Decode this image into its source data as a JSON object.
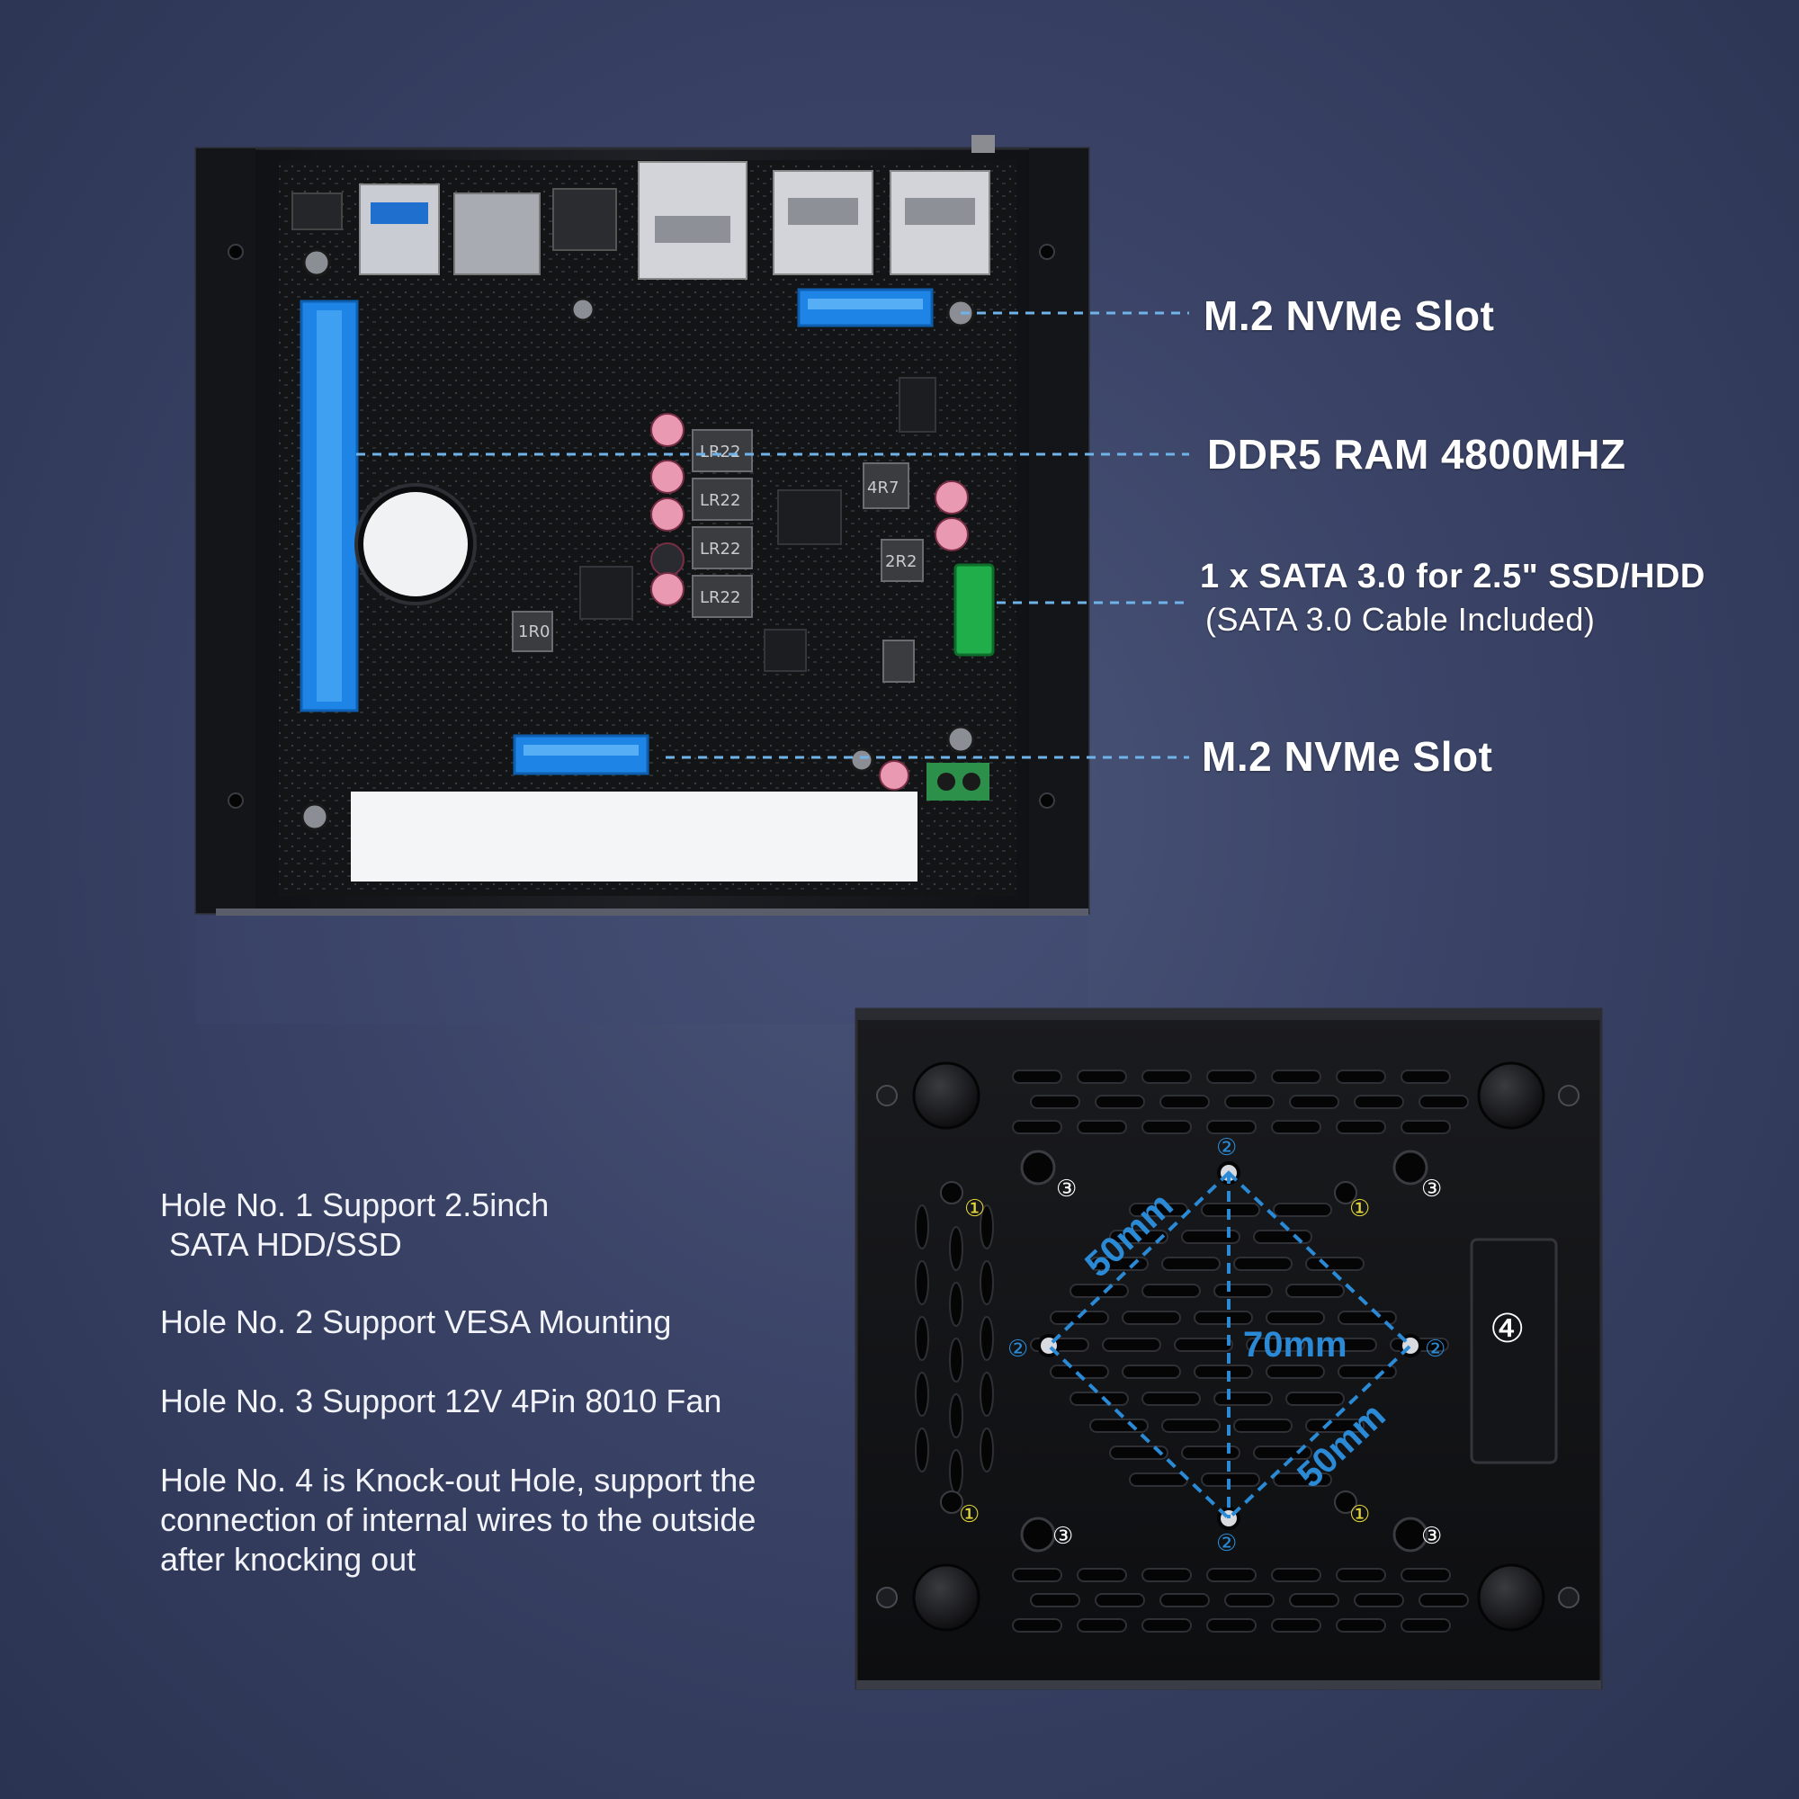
{
  "callouts": {
    "m2_top": "M.2 NVMe Slot",
    "ddr5": "DDR5 RAM 4800MHZ",
    "sata_line1": "1 x SATA 3.0 for 2.5\" SSD/HDD",
    "sata_line2": "(SATA 3.0 Cable Included)",
    "m2_bottom": "M.2 NVMe Slot"
  },
  "holes": {
    "hole1_line1": "Hole No. 1 Support 2.5inch",
    "hole1_line2": " SATA HDD/SSD",
    "hole2": "Hole No. 2 Support VESA Mounting",
    "hole3": "Hole No. 3 Support 12V 4Pin 8010 Fan",
    "hole4_line1": "Hole No. 4 is Knock-out Hole, support the",
    "hole4_line2": "connection of internal wires to the outside",
    "hole4_line3": "after knocking out"
  },
  "dimensions": {
    "diag_top_left": "50mm",
    "diag_bottom_right": "50mm",
    "center": "70mm"
  },
  "markers": {
    "one": "①",
    "two": "②",
    "three": "③",
    "four": "④"
  },
  "board_marks": {
    "lr22": "LR22",
    "r4r7": "4R7",
    "r2r2": "2R2",
    "r1r0": "1R0"
  },
  "colors": {
    "accent_blue": "#2a8ad6",
    "dash_blue": "#6fb3e8",
    "marker_yellow": "#e3d63a",
    "pcb": "#121416",
    "case": "#1a1b1f"
  }
}
